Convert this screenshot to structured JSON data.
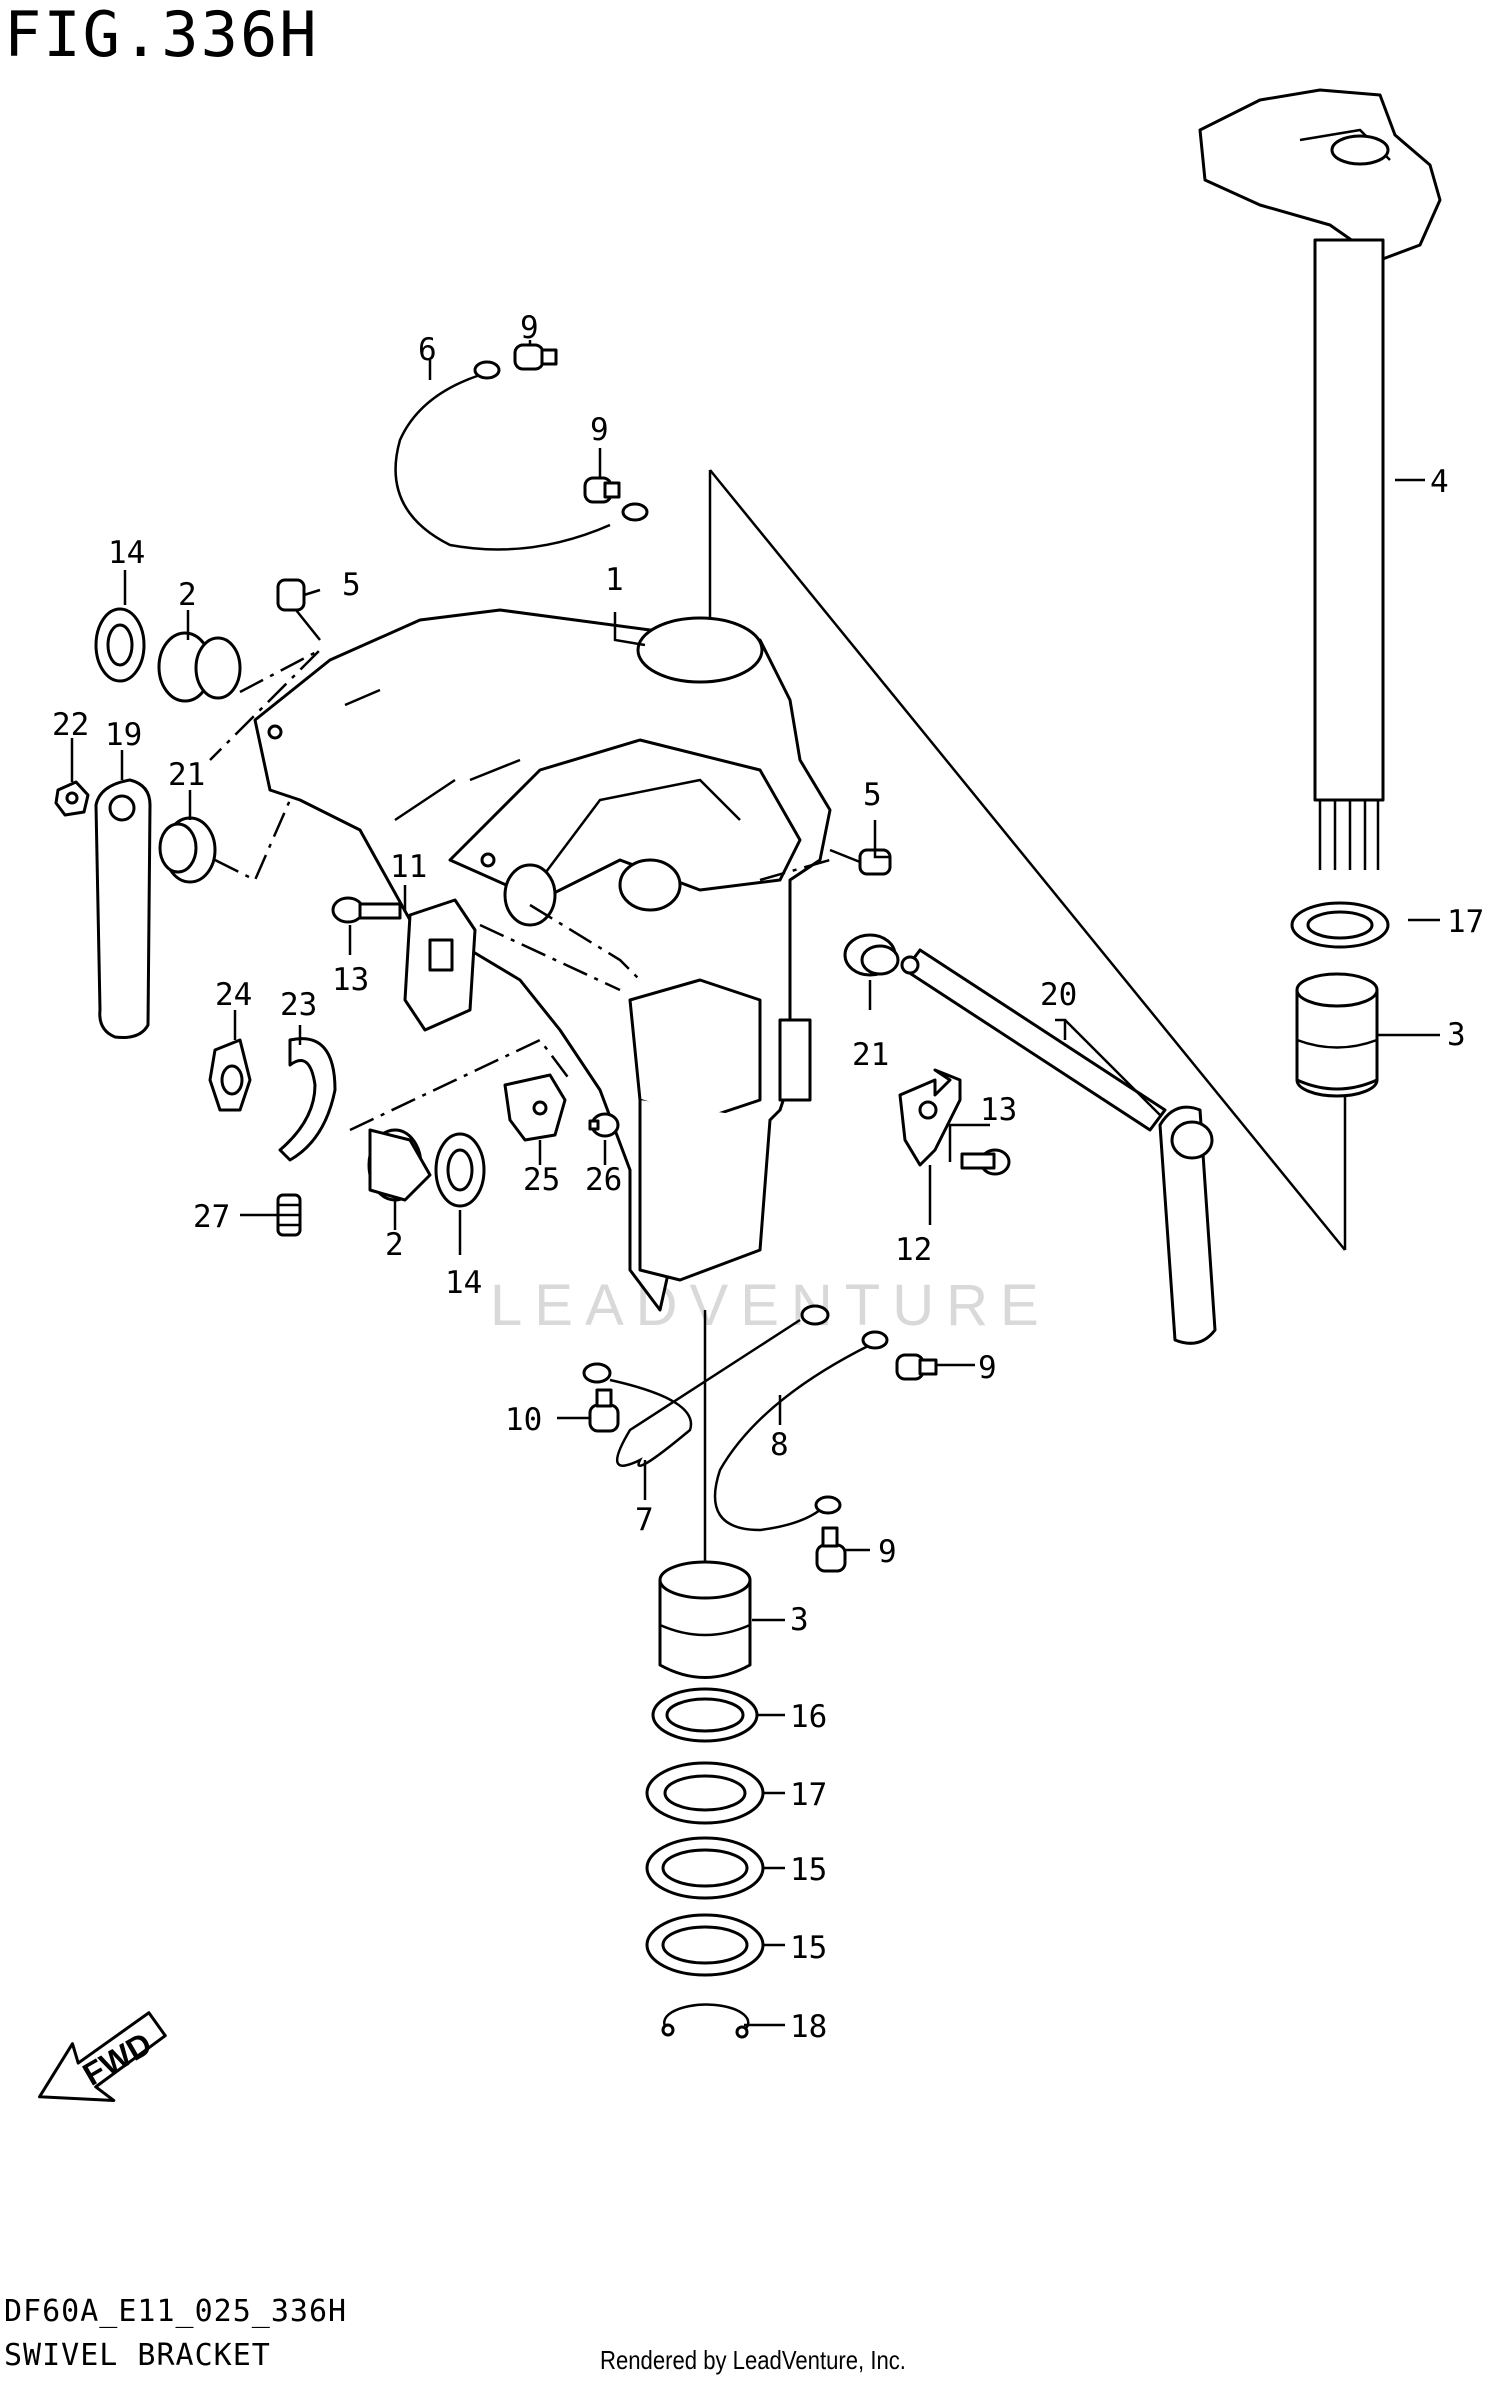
{
  "figure": {
    "title": "FIG.336H",
    "code": "DF60A_E11_025_336H",
    "name": "SWIVEL BRACKET",
    "credit": "Rendered by LeadVenture, Inc.",
    "watermark": "LEADVENTURE",
    "fwd_label": "FWD"
  },
  "callouts": [
    {
      "id": "c1",
      "label": "1"
    },
    {
      "id": "c2a",
      "label": "2"
    },
    {
      "id": "c2b",
      "label": "2"
    },
    {
      "id": "c3a",
      "label": "3"
    },
    {
      "id": "c3b",
      "label": "3"
    },
    {
      "id": "c4",
      "label": "4"
    },
    {
      "id": "c5a",
      "label": "5"
    },
    {
      "id": "c5b",
      "label": "5"
    },
    {
      "id": "c6",
      "label": "6"
    },
    {
      "id": "c7",
      "label": "7"
    },
    {
      "id": "c8",
      "label": "8"
    },
    {
      "id": "c9a",
      "label": "9"
    },
    {
      "id": "c9b",
      "label": "9"
    },
    {
      "id": "c9c",
      "label": "9"
    },
    {
      "id": "c9d",
      "label": "9"
    },
    {
      "id": "c10",
      "label": "10"
    },
    {
      "id": "c11",
      "label": "11"
    },
    {
      "id": "c12",
      "label": "12"
    },
    {
      "id": "c13a",
      "label": "13"
    },
    {
      "id": "c13b",
      "label": "13"
    },
    {
      "id": "c14a",
      "label": "14"
    },
    {
      "id": "c14b",
      "label": "14"
    },
    {
      "id": "c15a",
      "label": "15"
    },
    {
      "id": "c15b",
      "label": "15"
    },
    {
      "id": "c16",
      "label": "16"
    },
    {
      "id": "c17a",
      "label": "17"
    },
    {
      "id": "c17b",
      "label": "17"
    },
    {
      "id": "c18",
      "label": "18"
    },
    {
      "id": "c19",
      "label": "19"
    },
    {
      "id": "c20",
      "label": "20"
    },
    {
      "id": "c21a",
      "label": "21"
    },
    {
      "id": "c21b",
      "label": "21"
    },
    {
      "id": "c22",
      "label": "22"
    },
    {
      "id": "c23",
      "label": "23"
    },
    {
      "id": "c24",
      "label": "24"
    },
    {
      "id": "c25",
      "label": "25"
    },
    {
      "id": "c26",
      "label": "26"
    },
    {
      "id": "c27",
      "label": "27"
    }
  ]
}
